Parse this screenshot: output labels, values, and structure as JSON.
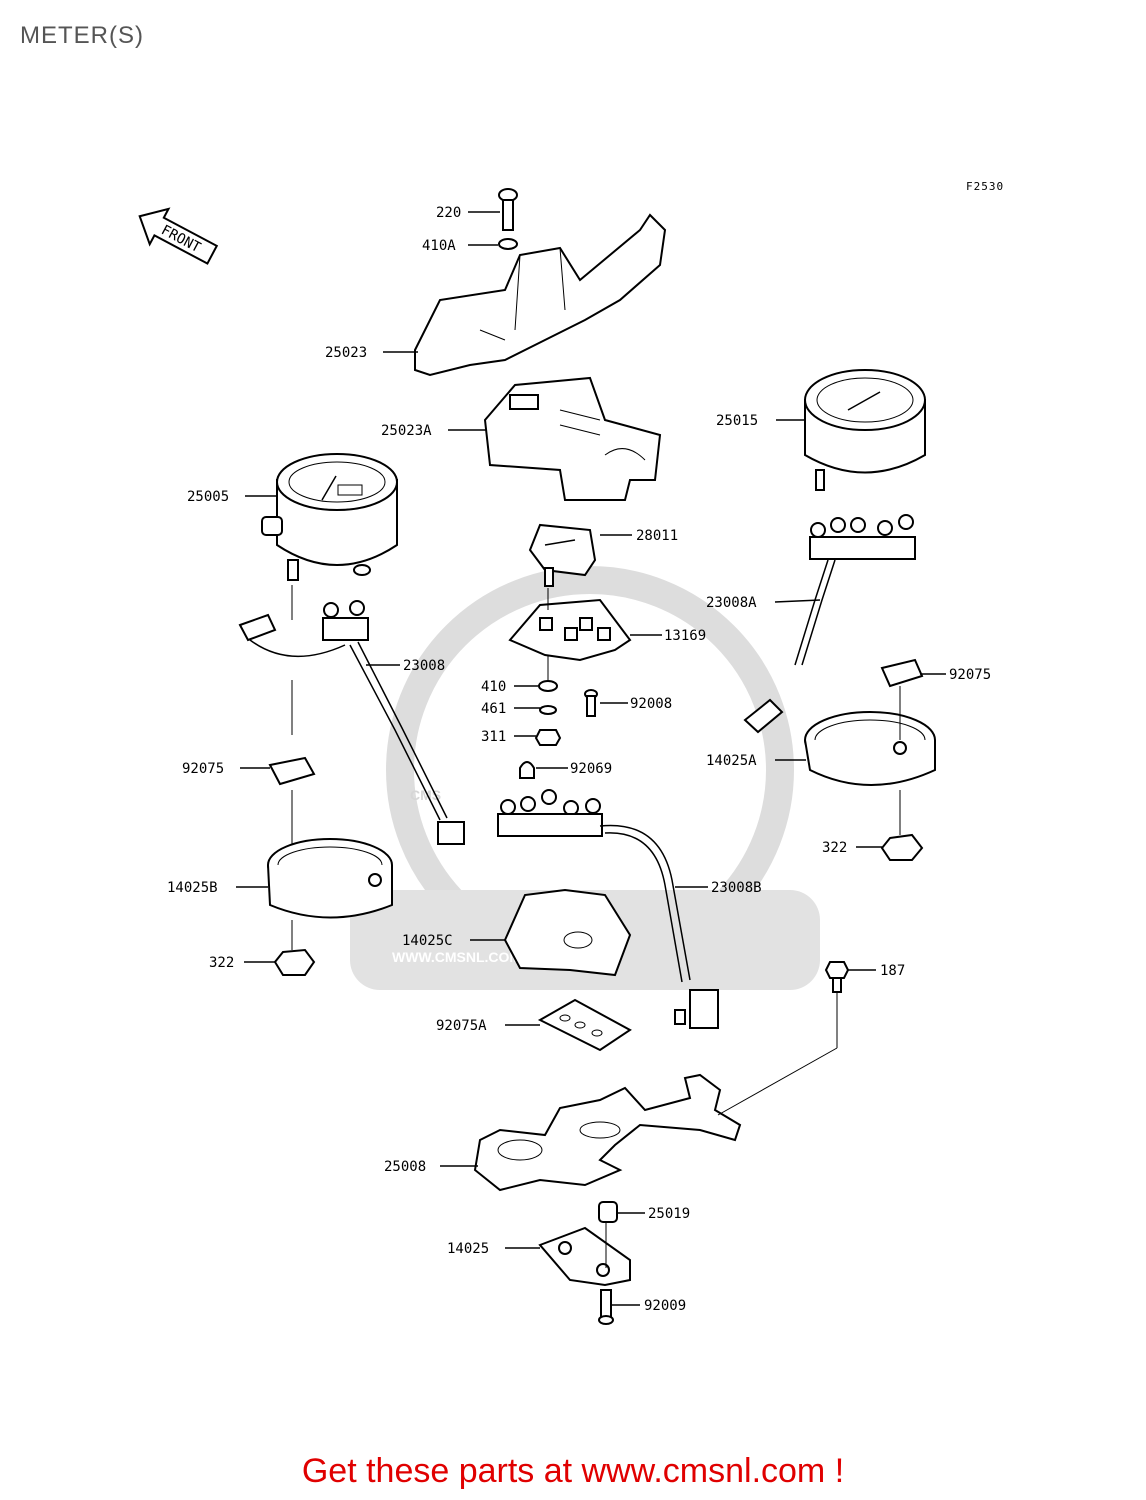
{
  "page": {
    "title": "METER(S)",
    "figure_code": "F2530",
    "front_label": "FRONT",
    "watermark": "WWW.CMSNL.COM",
    "watermark_logo": "CMS",
    "footer": "Get these parts at www.cmsnl.com !"
  },
  "labels": {
    "l220": "220",
    "l410A": "410A",
    "l25023": "25023",
    "l25023A": "25023A",
    "l25015": "25015",
    "l25005": "25005",
    "l28011": "28011",
    "l23008A": "23008A",
    "l13169": "13169",
    "l23008": "23008",
    "l92075r": "92075",
    "l410": "410",
    "l92008": "92008",
    "l461": "461",
    "l311": "311",
    "l14025A": "14025A",
    "l92075l": "92075",
    "l92069": "92069",
    "l322r": "322",
    "l14025B": "14025B",
    "l23008B": "23008B",
    "l14025C": "14025C",
    "l322l": "322",
    "l187": "187",
    "l92075A": "92075A",
    "l25008": "25008",
    "l25019": "25019",
    "l14025": "14025",
    "l92009": "92009"
  }
}
